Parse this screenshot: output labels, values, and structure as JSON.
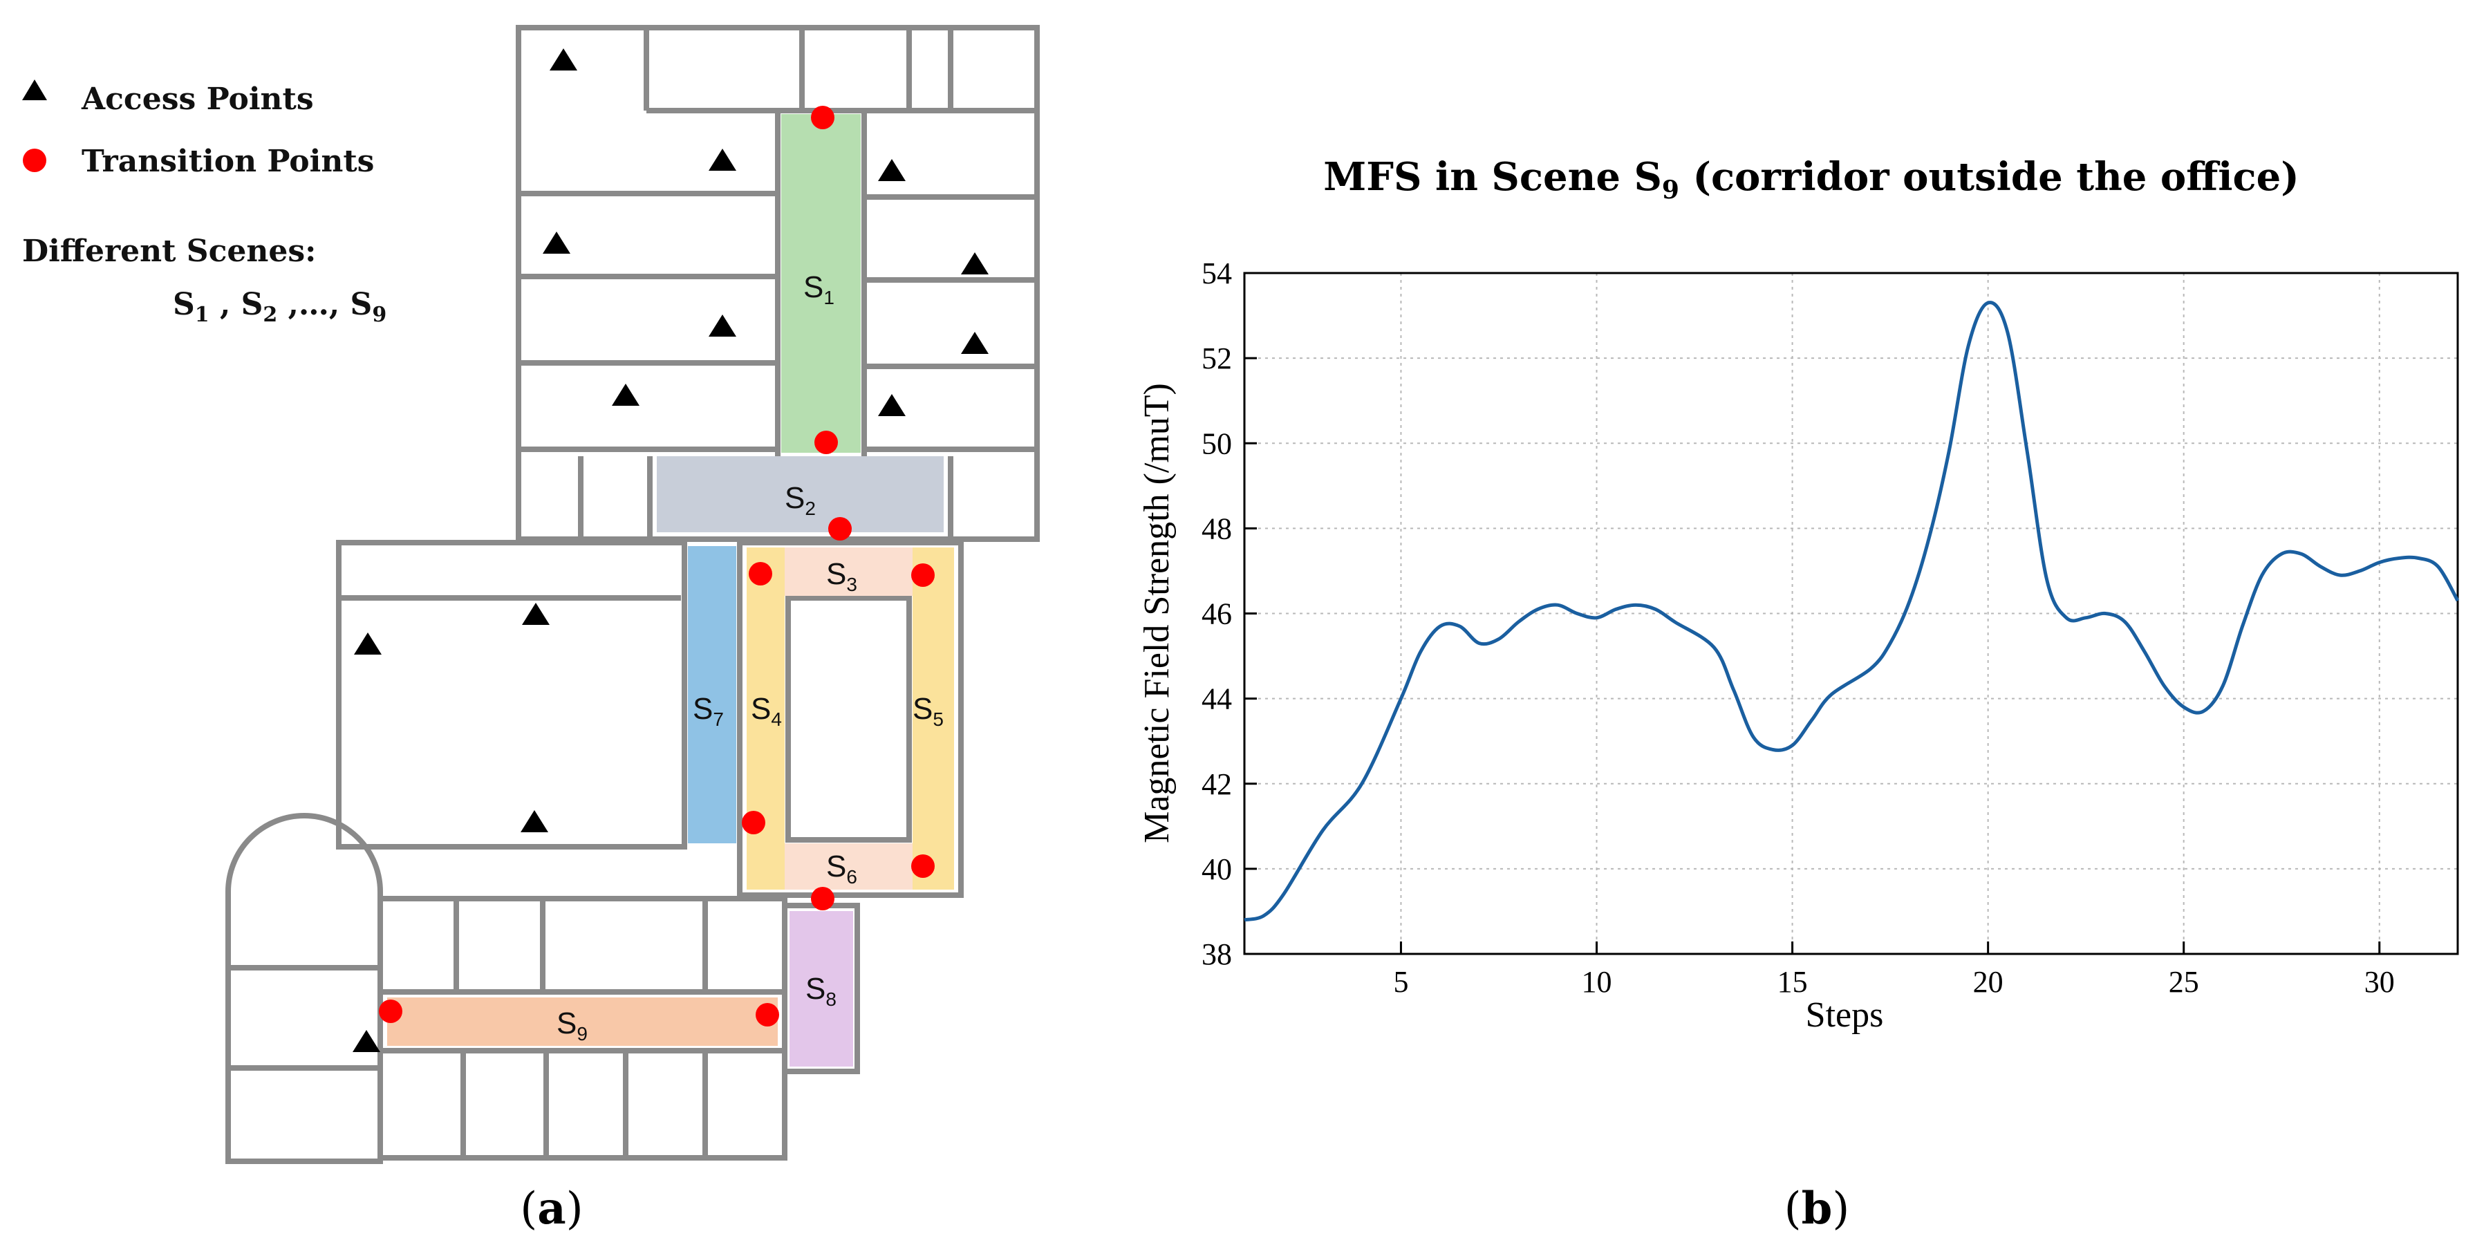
{
  "legend": {
    "access_points": "Access Points",
    "transition_points": "Transition Points",
    "scenes_title": "Different Scenes:",
    "scenes_list": "S1 , S2 ,…, S9"
  },
  "scenes": [
    {
      "label": "S",
      "sub": "1",
      "color": "#b6deb0"
    },
    {
      "label": "S",
      "sub": "2",
      "color": "#c8ced9"
    },
    {
      "label": "S",
      "sub": "3",
      "color": "#fbdfd0"
    },
    {
      "label": "S",
      "sub": "4",
      "color": "#fbe29b"
    },
    {
      "label": "S",
      "sub": "5",
      "color": "#fbe29b"
    },
    {
      "label": "S",
      "sub": "6",
      "color": "#fbdfd0"
    },
    {
      "label": "S",
      "sub": "7",
      "color": "#8fc2e5"
    },
    {
      "label": "S",
      "sub": "8",
      "color": "#e3c6ea"
    },
    {
      "label": "S",
      "sub": "9",
      "color": "#f8c8a8"
    }
  ],
  "captions": {
    "a_open": "(",
    "a_letter": "a",
    "a_close": ")",
    "b_open": "(",
    "b_letter": "b",
    "b_close": ")"
  },
  "colors": {
    "wall": "#8a8a8a",
    "transition_point": "#ff0000",
    "access_point": "#000000",
    "line": "#1a5fa0",
    "grid": "#b8b8b8"
  },
  "chart_data": {
    "type": "line",
    "title": "MFS in Scene S",
    "title_sub": "9",
    "title_rest": " (corridor outside the office)",
    "xlabel": "Steps",
    "ylabel": "Magnetic Field Strength (/muT)",
    "xlim": [
      1,
      32
    ],
    "ylim": [
      38,
      54
    ],
    "xticks": [
      5,
      10,
      15,
      20,
      25,
      30
    ],
    "yticks": [
      38,
      40,
      42,
      44,
      46,
      48,
      50,
      52,
      54
    ],
    "grid": true,
    "series": [
      {
        "x": [
          1,
          1.5,
          2,
          3,
          4,
          5,
          5.5,
          6,
          6.5,
          7,
          7.5,
          8,
          8.5,
          9,
          9.5,
          10,
          10.5,
          11,
          11.5,
          12,
          13,
          13.5,
          14,
          14.5,
          15,
          15.5,
          16,
          17,
          17.5,
          18,
          18.5,
          19,
          19.5,
          20,
          20.5,
          21,
          21.5,
          22,
          22.5,
          23,
          23.5,
          24,
          24.5,
          25,
          25.5,
          26,
          26.5,
          27,
          27.5,
          28,
          28.5,
          29,
          29.5,
          30,
          30.5,
          31,
          31.5,
          32
        ],
        "y": [
          38.8,
          38.9,
          39.4,
          40.9,
          42.0,
          44.0,
          45.1,
          45.7,
          45.7,
          45.3,
          45.4,
          45.8,
          46.1,
          46.2,
          46.0,
          45.9,
          46.1,
          46.2,
          46.1,
          45.8,
          45.2,
          44.2,
          43.1,
          42.8,
          42.9,
          43.5,
          44.1,
          44.7,
          45.3,
          46.3,
          47.8,
          49.8,
          52.3,
          53.3,
          52.6,
          49.8,
          46.8,
          45.9,
          45.9,
          46.0,
          45.8,
          45.1,
          44.3,
          43.8,
          43.7,
          44.3,
          45.7,
          46.9,
          47.4,
          47.4,
          47.1,
          46.9,
          47.0,
          47.2,
          47.3,
          47.3,
          47.1,
          46.3
        ]
      }
    ]
  }
}
